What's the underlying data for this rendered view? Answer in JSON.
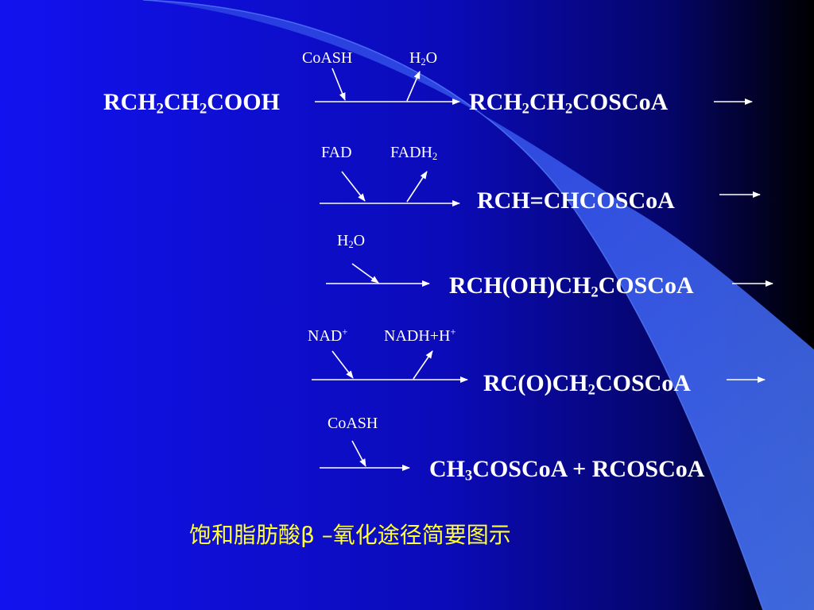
{
  "compounds": {
    "start": [
      "RCH",
      "2",
      "CH",
      "2",
      "COOH"
    ],
    "acyl_coa": [
      "RCH",
      "2",
      "CH",
      "2",
      "COSCoA"
    ],
    "enoyl_coa": "RCH=CHCOSCoA",
    "hydroxyacyl_coa": [
      "RCH(OH)CH",
      "2",
      "COSCoA"
    ],
    "ketoacyl_coa": [
      "RC(O)CH",
      "2",
      "COSCoA"
    ],
    "products": [
      "CH",
      "3",
      "COSCoA + RCOSCoA"
    ]
  },
  "cofactors": {
    "step1_in": "CoASH",
    "step1_out": [
      "H",
      "2",
      "O"
    ],
    "step2_in": "FAD",
    "step2_out": [
      "FADH",
      "2"
    ],
    "step3_in": [
      "H",
      "2",
      "O"
    ],
    "step4_in": [
      "NAD",
      "+"
    ],
    "step4_out": [
      "NADH+H",
      "+"
    ],
    "step5_in": "CoASH"
  },
  "caption": "饱和脂肪酸β –氧化途径简要图示",
  "colors": {
    "background_left": "#1010ee",
    "background_right": "#000000",
    "swoosh": "#3a5ef0",
    "text": "#ffffff",
    "caption": "#ffff33"
  }
}
